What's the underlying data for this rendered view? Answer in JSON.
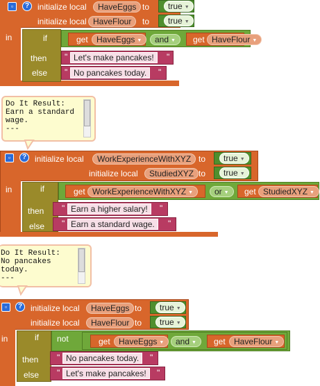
{
  "blocks1": {
    "init_label": "initialize local",
    "var1": "HaveEggs",
    "var2": "HaveFlour",
    "to": "to",
    "val1": "true",
    "val2": "true",
    "in": "in",
    "if": "if",
    "get1": "get",
    "getvar1": "HaveEggs",
    "op": "and",
    "get2": "get",
    "getvar2": "HaveFlour",
    "then": "then",
    "else": "else",
    "then_text": "Let's make pancakes!",
    "else_text": "No pancakes today."
  },
  "result1": {
    "text": "Do It Result:\nEarn a standard\nwage.\n---"
  },
  "blocks2": {
    "init_label": "initialize local",
    "init_label2": "initialize local",
    "var1": "WorkExperienceWithXYZ",
    "var2": "StudiedXYZ",
    "to": "to",
    "val1": "true",
    "val2": "true",
    "in": "in",
    "if": "if",
    "get1": "get",
    "getvar1": "WorkExperienceWithXYZ",
    "op": "or",
    "get2": "get",
    "getvar2": "StudiedXYZ",
    "then": "then",
    "else": "else",
    "then_text": "Earn a higher salary!",
    "else_text": "Earn a standard wage."
  },
  "result2": {
    "text": "Do It Result:\nNo pancakes\ntoday.\n---"
  },
  "blocks3": {
    "init_label": "initialize local",
    "var1": "HaveEggs",
    "var2": "HaveFlour",
    "to": "to",
    "val1": "true",
    "val2": "true",
    "in": "in",
    "if": "if",
    "not": "not",
    "get1": "get",
    "getvar1": "HaveEggs",
    "op": "and",
    "get2": "get",
    "getvar2": "HaveFlour",
    "then": "then",
    "else": "else",
    "then_text": "No pancakes today.",
    "else_text": "Let's make pancakes!"
  },
  "icons": {
    "collapse": "collapse-icon",
    "help": "help-icon",
    "dropdown": "dropdown-arrow-icon",
    "quote": "\""
  }
}
